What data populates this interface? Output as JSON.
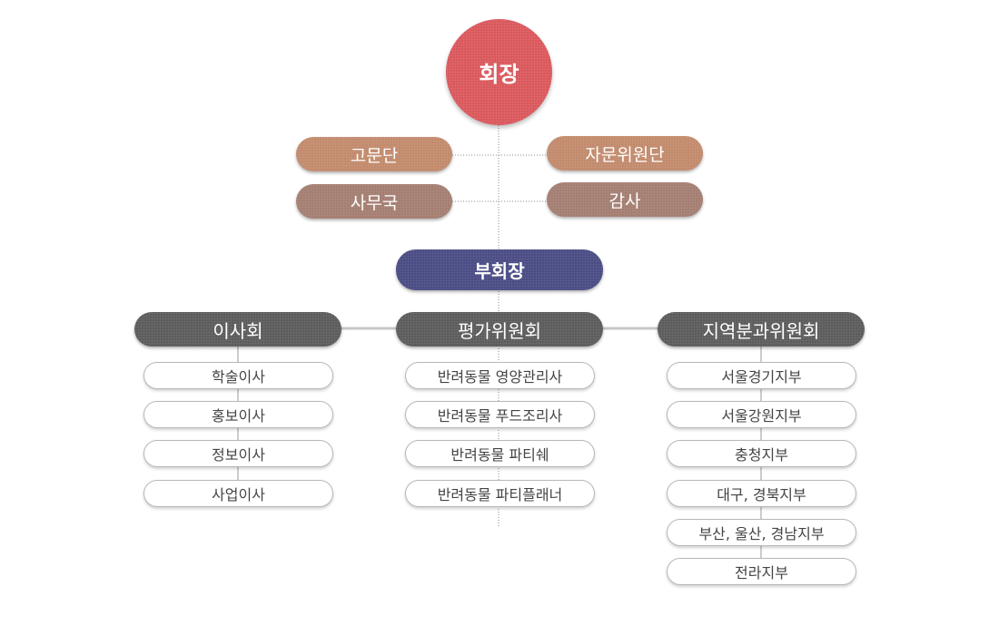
{
  "chairman": "회장",
  "advisors": {
    "left_top": "고문단",
    "left_bottom": "사무국",
    "right_top": "자문위원단",
    "right_bottom": "감사"
  },
  "vice_chairman": "부회장",
  "divisions": [
    {
      "title": "이사회",
      "items": [
        "학술이사",
        "홍보이사",
        "정보이사",
        "사업이사"
      ]
    },
    {
      "title": "평가위원회",
      "items": [
        "반려동물 영양관리사",
        "반려동물 푸드조리사",
        "반려동물 파티쉐",
        "반려동물 파티플래너"
      ]
    },
    {
      "title": "지역분과위원회",
      "items": [
        "서울경기지부",
        "서울강원지부",
        "충청지부",
        "대구, 경북지부",
        "부산, 울산, 경남지부",
        "전라지부"
      ]
    }
  ]
}
